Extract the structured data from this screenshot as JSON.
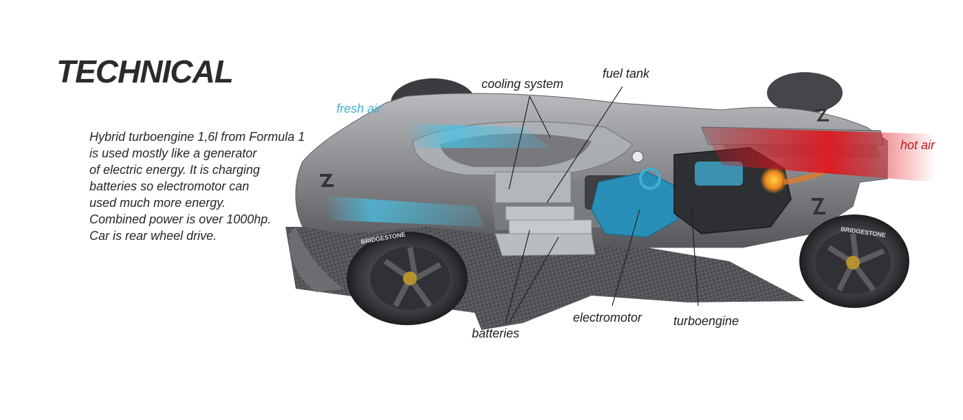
{
  "title": "TECHNICAL",
  "description": [
    "Hybrid turboengine 1,6l from Formula 1",
    "is used mostly like a generator",
    "of electric energy. It is charging",
    "batteries so electromotor can",
    "used much more energy.",
    "Combined power is over 1000hp.",
    "Car is rear wheel drive."
  ],
  "labels": {
    "fresh_air": "fresh air",
    "hot_air": "hot air",
    "cooling_system": "cooling system",
    "fuel_tank": "fuel tank",
    "batteries": "batteries",
    "electromotor": "electromotor",
    "turboengine": "turboengine"
  },
  "tire_text": "BRIDGESTONE",
  "colors": {
    "fresh_air": "#3fb0d2",
    "hot_air": "#c4141b",
    "body": "#8a8c8f",
    "text": "#262626"
  }
}
